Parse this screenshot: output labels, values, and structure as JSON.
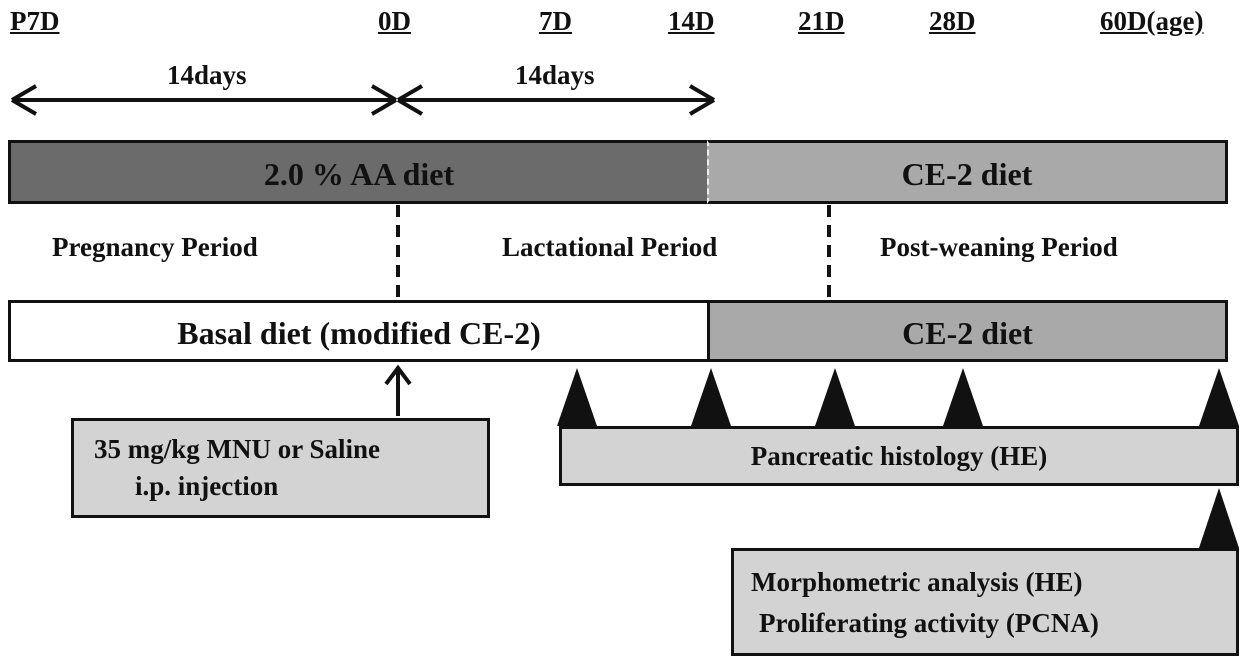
{
  "timeline": {
    "ticks": [
      "P7D",
      "0D",
      "7D",
      "14D",
      "21D",
      "28D",
      "60D(age)"
    ]
  },
  "spans": {
    "span1": "14days",
    "span2": "14days"
  },
  "diet_top": {
    "aa_label": "2.0 % AA diet",
    "ce2_label": "CE-2  diet",
    "aa_color": "#6b6b6b",
    "ce2_color": "#a9a9a9"
  },
  "periods": {
    "pregnancy": "Pregnancy Period",
    "lactational": "Lactational Period",
    "post_weaning": "Post-weaning Period"
  },
  "diet_bottom": {
    "basal_label": "Basal diet (modified CE-2)",
    "ce2_label": "CE-2 diet",
    "basal_color": "#ffffff",
    "ce2_color": "#a9a9a9"
  },
  "injection_box": {
    "line1": "35 mg/kg MNU or Saline",
    "line2": "i.p. injection"
  },
  "histology_box": {
    "label": "Pancreatic histology (HE)"
  },
  "analysis_box": {
    "line1": "Morphometric analysis (HE)",
    "line2": "Proliferating activity (PCNA)"
  }
}
